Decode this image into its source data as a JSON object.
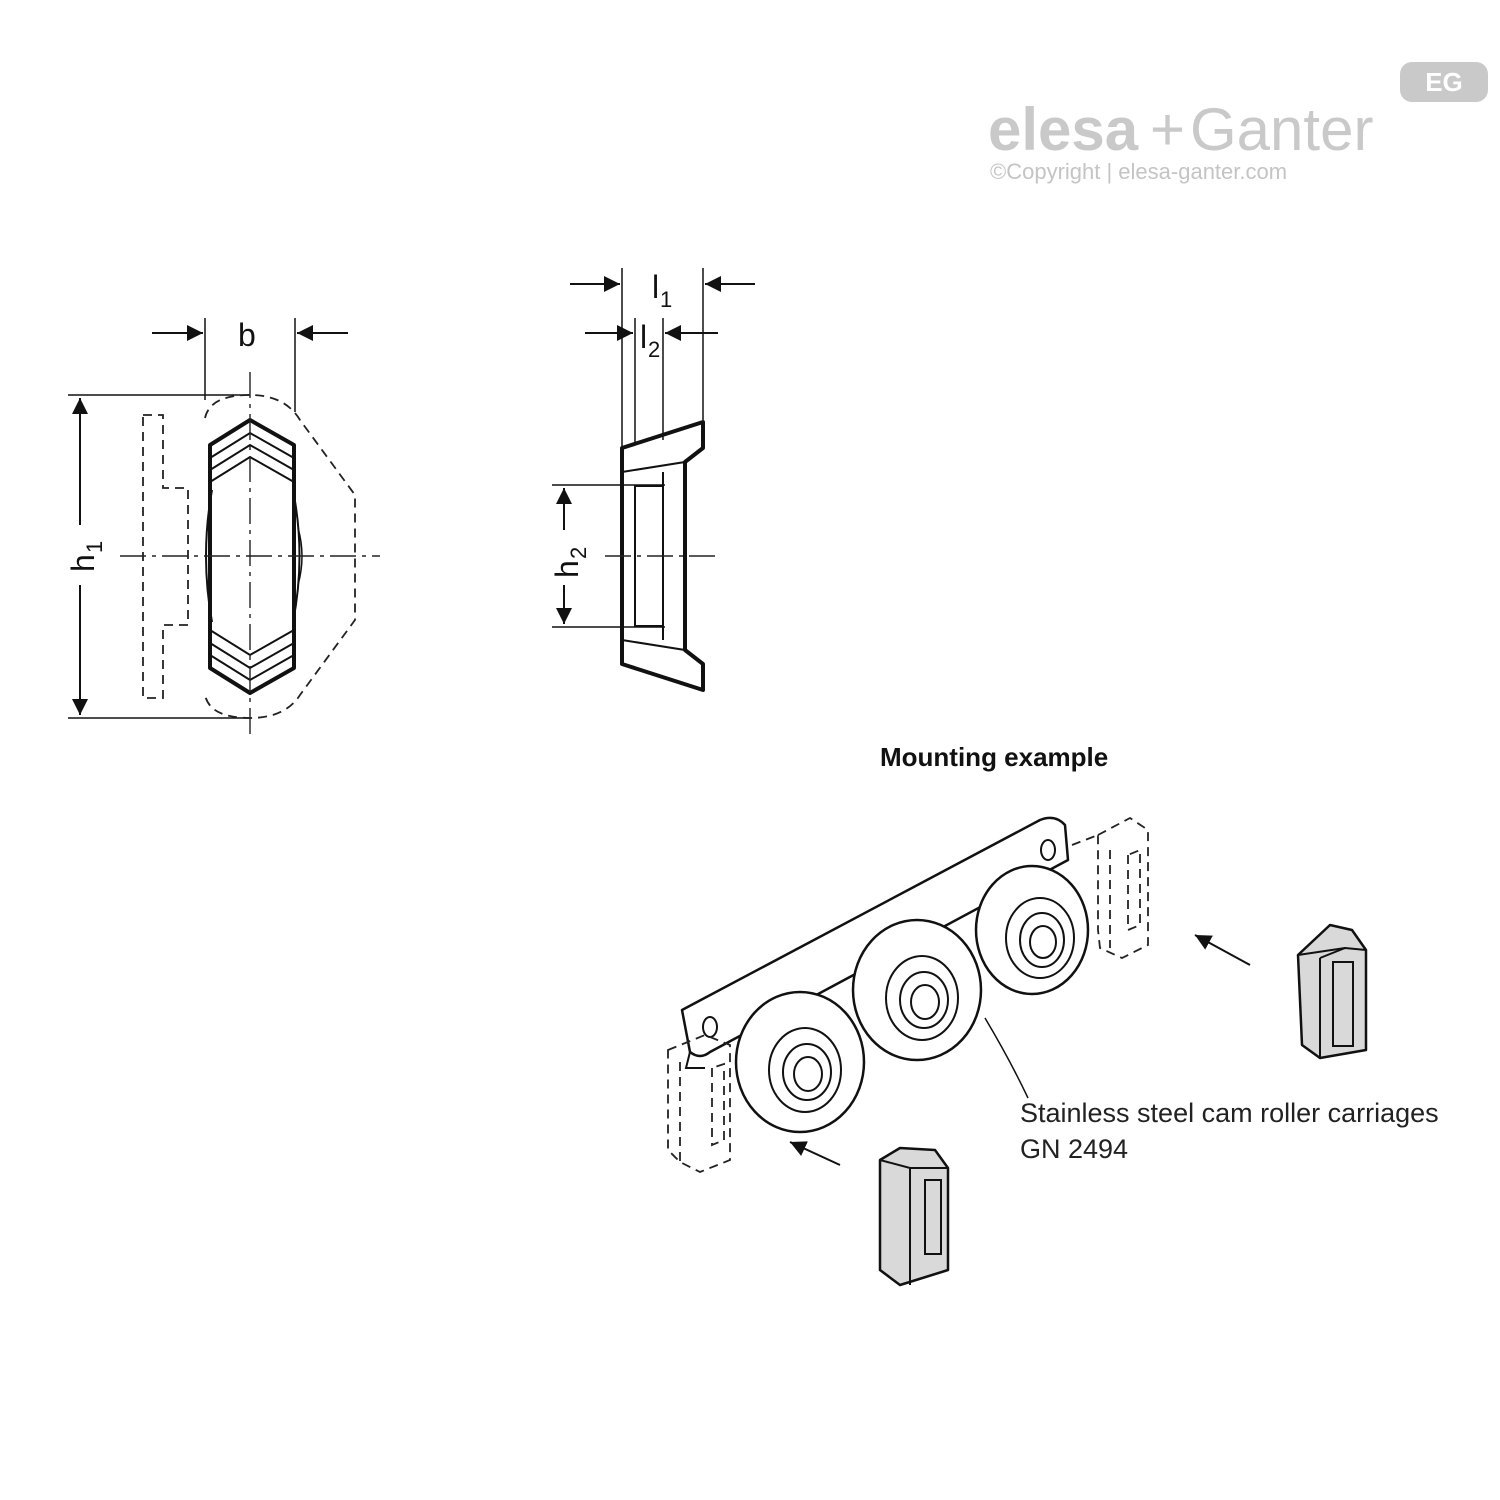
{
  "logo": {
    "brand_left": "elesa",
    "brand_plus": "+",
    "brand_right": "Ganter",
    "badge": "EG",
    "copyright": "©Copyright | elesa-ganter.com"
  },
  "dimensions": {
    "b": "b",
    "h1_main": "h",
    "h1_sub": "1",
    "l1_main": "l",
    "l1_sub": "1",
    "l2_main": "l",
    "l2_sub": "2",
    "h2_main": "h",
    "h2_sub": "2"
  },
  "mounting_example": {
    "title": "Mounting example",
    "callout_line1": "Stainless steel cam roller carriages",
    "callout_line2": "GN 2494"
  },
  "colors": {
    "line": "#111111",
    "logo_grey": "#c9c9c9",
    "part_fill": "#d9d9d9"
  }
}
